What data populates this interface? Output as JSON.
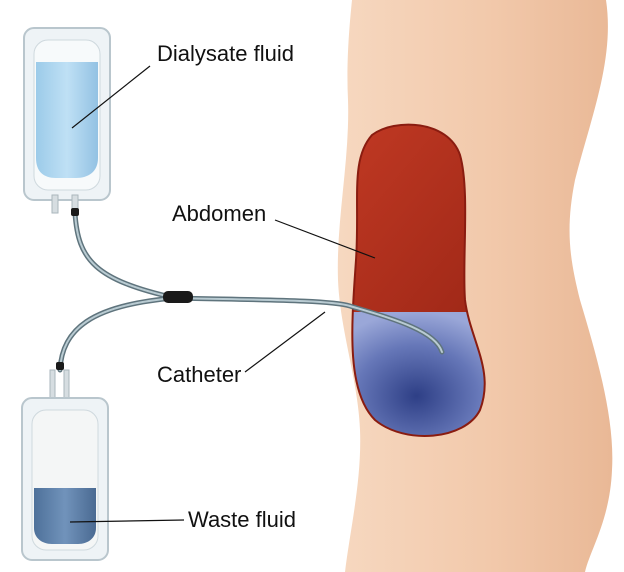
{
  "labels": {
    "dialysate": "Dialysate fluid",
    "abdomen": "Abdomen",
    "catheter": "Catheter",
    "waste": "Waste fluid"
  },
  "colors": {
    "skin": "#f3cdb0",
    "abdomen_red": "#b4301f",
    "dialysate_blue": "#a9d3ee",
    "waste_blue": "#5a7fa6",
    "peritoneal_fluid": "#6d7dbd",
    "tube": "#8fa4ad"
  },
  "icons": [
    "dialysate-bag",
    "waste-bag",
    "catheter-tube",
    "tube-connector"
  ]
}
